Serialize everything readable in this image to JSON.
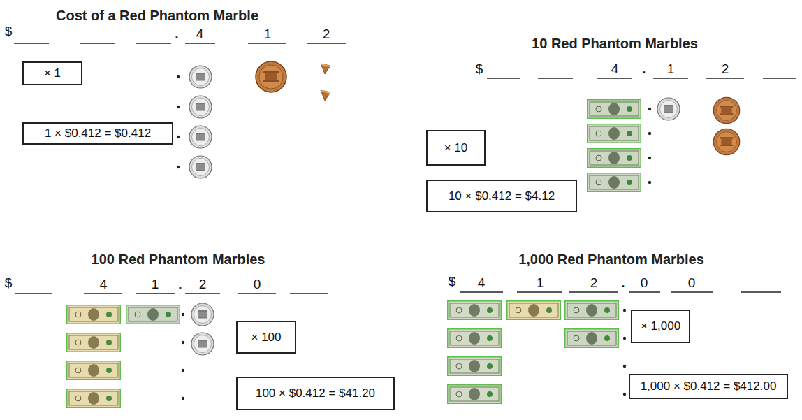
{
  "diagram": {
    "nodes": [
      {
        "text": [
          "× 1"
        ]
      },
      {
        "text": [
          "1 × $0.412 = $0.412"
        ]
      },
      {
        "text": [
          "× 10"
        ]
      },
      {
        "text": [
          "10 × $0.412 = $4.12"
        ]
      },
      {
        "text": [
          "× 100"
        ]
      },
      {
        "text": [
          "100 × $0.412 = $41.20"
        ]
      },
      {
        "text": [
          "× 1,000"
        ]
      },
      {
        "text": [
          "1,000 × $0.412 = $412.00"
        ]
      }
    ],
    "labels": [
      "Cost of a Red Phantom Marble",
      "$",
      ".",
      "4",
      "1",
      "2",
      "10 Red Phantom Marbles",
      "$",
      "4",
      ".",
      "1",
      "2",
      "100 Red Phantom Marbles",
      "$",
      "4",
      "1",
      ".",
      "2",
      "0",
      "1,000 Red Phantom Marbles",
      "$",
      "4",
      "1",
      "2",
      ".",
      "0",
      "0"
    ]
  }
}
